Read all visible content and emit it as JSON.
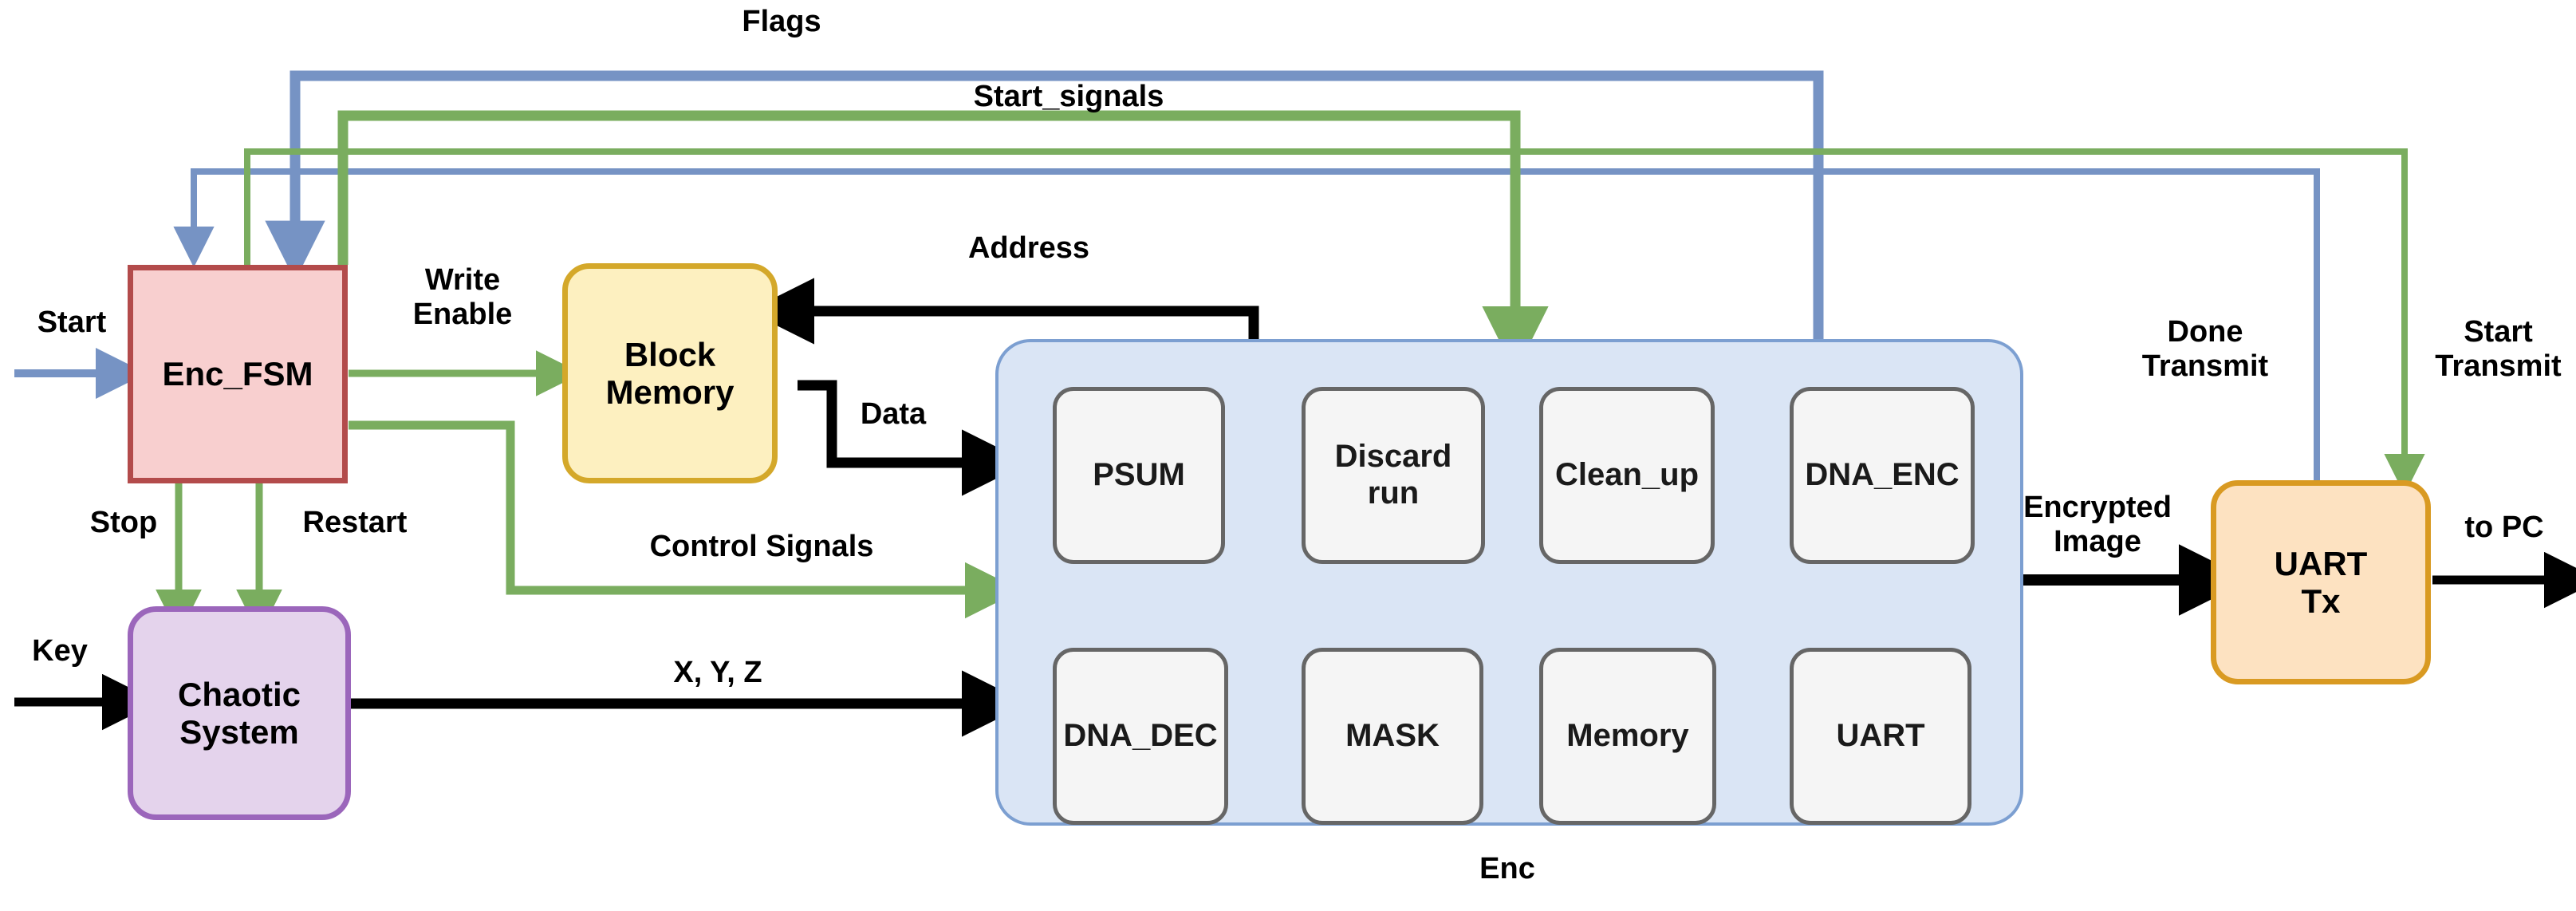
{
  "colors": {
    "blue_wire": "#7693c4",
    "green_wire": "#7aad5f",
    "black_wire": "#000000",
    "fsm_fill": "#f8cfcf",
    "fsm_stroke": "#b34b4b",
    "memory_fill": "#fdf0c0",
    "memory_stroke": "#d4a82a",
    "chaotic_fill": "#e4d3ec",
    "chaotic_stroke": "#9b66bb",
    "enc_fill": "#dae5f5",
    "enc_stroke": "#7c9fd1",
    "uart_fill": "#fde2c1",
    "uart_stroke": "#d99a22",
    "sub_fill": "#f5f5f5",
    "sub_stroke": "#666666"
  },
  "blocks": {
    "enc_fsm": {
      "label": "Enc_FSM"
    },
    "block_memory": {
      "label": "Block\nMemory"
    },
    "chaotic_system": {
      "label": "Chaotic\nSystem"
    },
    "uart_tx": {
      "label": "UART\nTx"
    },
    "enc_container": {
      "label": "Enc"
    }
  },
  "enc_submodules": {
    "top_row": [
      {
        "label": "PSUM"
      },
      {
        "label": "Discard\nrun"
      },
      {
        "label": "Clean_up"
      },
      {
        "label": "DNA_ENC"
      }
    ],
    "bottom_row": [
      {
        "label": "DNA_DEC"
      },
      {
        "label": "MASK"
      },
      {
        "label": "Memory"
      },
      {
        "label": "UART"
      }
    ]
  },
  "signal_labels": {
    "flags": "Flags",
    "start_signals": "Start_signals",
    "address": "Address",
    "start": "Start",
    "write_enable": "Write\nEnable",
    "data": "Data",
    "stop": "Stop",
    "restart": "Restart",
    "control_signals": "Control Signals",
    "key": "Key",
    "xyz": "X, Y, Z",
    "encrypted_image": "Encrypted\nImage",
    "done_transmit": "Done\nTransmit",
    "start_transmit": "Start\nTransmit",
    "to_pc": "to PC"
  }
}
